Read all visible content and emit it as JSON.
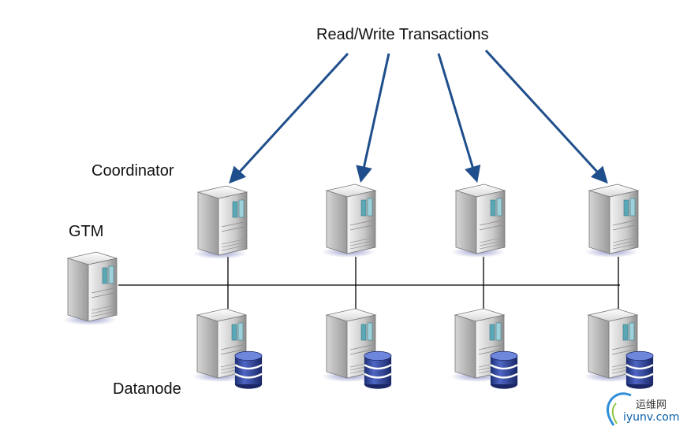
{
  "labels": {
    "transactions": "Read/Write Transactions",
    "coordinator": "Coordinator",
    "gtm": "GTM",
    "datanode": "Datanode"
  },
  "watermark": {
    "text": "运维网",
    "site": "iyunv.com"
  },
  "colors": {
    "arrow": "#1f4e8c",
    "line": "#000000",
    "db": "#2b3f8c"
  },
  "diagram": {
    "coordinators": [
      "coordinator-1",
      "coordinator-2",
      "coordinator-3",
      "coordinator-4"
    ],
    "datanodes": [
      "datanode-1",
      "datanode-2",
      "datanode-3",
      "datanode-4"
    ],
    "gtm": "gtm-server"
  }
}
